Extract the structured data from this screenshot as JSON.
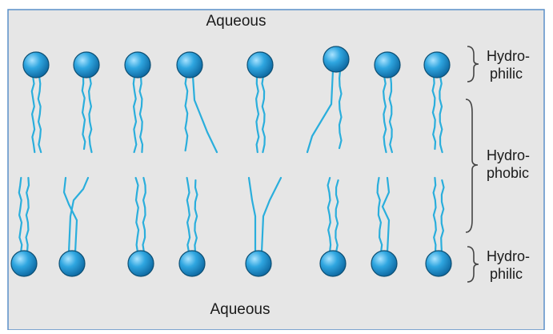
{
  "diagram": {
    "top_region_label": "Aqueous",
    "bottom_region_label": "Aqueous",
    "brackets": [
      {
        "line1": "Hydro-",
        "line2": "philic"
      },
      {
        "line1": "Hydro-",
        "line2": "phobic"
      },
      {
        "line1": "Hydro-",
        "line2": "philic"
      }
    ],
    "colors": {
      "background": "#e6e6e6",
      "lipid_head": "#2a9fd8",
      "lipid_head_outline": "#0c4f74",
      "lipid_tail": "#2aaedc",
      "bracket": "#444444",
      "border": "#5a8fc8"
    }
  }
}
